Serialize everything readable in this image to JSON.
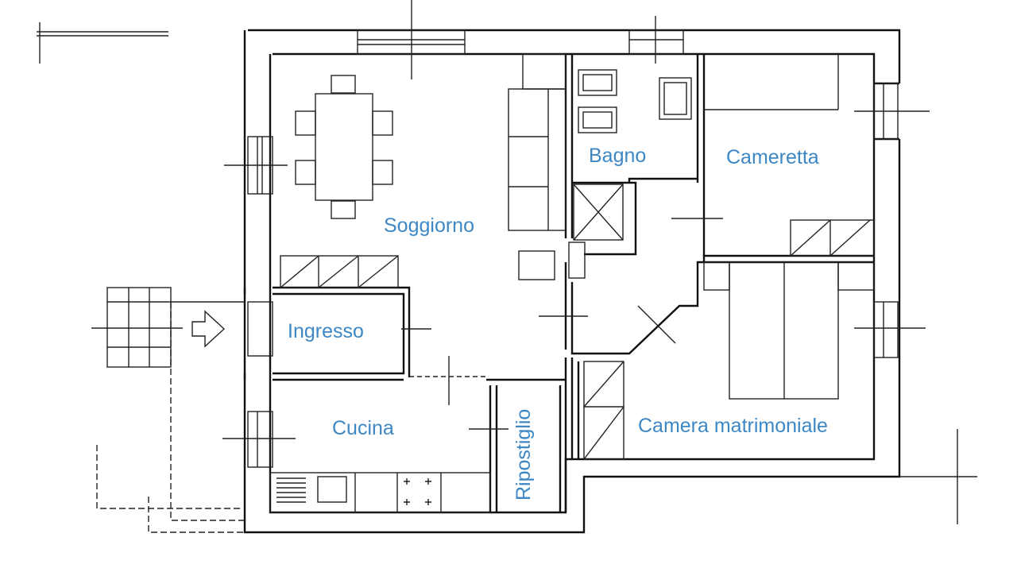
{
  "rooms": {
    "soggiorno": "Soggiorno",
    "bagno": "Bagno",
    "cameretta": "Cameretta",
    "ingresso": "Ingresso",
    "cucina": "Cucina",
    "ripostiglio": "Ripostiglio",
    "camera": "Camera matrimoniale"
  },
  "colors": {
    "label": "#3d87c4",
    "line": "#111111"
  }
}
